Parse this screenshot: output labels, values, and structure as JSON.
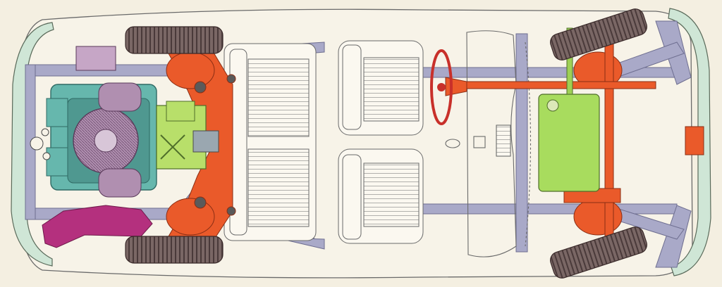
{
  "palette": {
    "paper": "#f4efe1",
    "outline": "#5a5a5a",
    "frame": "#a9a9c8",
    "bumper": "#cfe6d6",
    "suspension": "#ea5a2a",
    "engine": "#66b7ad",
    "engine_dark": "#4f9890",
    "cover": "#b08fb0",
    "gearbox": "#b8df6a",
    "fuel_tank": "#a8dc5e",
    "tire": "#7a6765",
    "exhaust": "#b4307e"
  },
  "components": [
    {
      "id": "front-bumper",
      "icon": "bumper"
    },
    {
      "id": "rear-bumper",
      "icon": "bumper"
    },
    {
      "id": "engine",
      "icon": "flat-twin-engine"
    },
    {
      "id": "cooling-fan",
      "icon": "fan"
    },
    {
      "id": "gearbox",
      "icon": "gearbox"
    },
    {
      "id": "fuel-tank",
      "icon": "tank"
    },
    {
      "id": "steering-wheel",
      "icon": "wheel"
    },
    {
      "id": "rear-seat",
      "icon": "bench-seat"
    },
    {
      "id": "front-seats",
      "icon": "seat"
    },
    {
      "id": "tires",
      "icon": "tire"
    }
  ]
}
